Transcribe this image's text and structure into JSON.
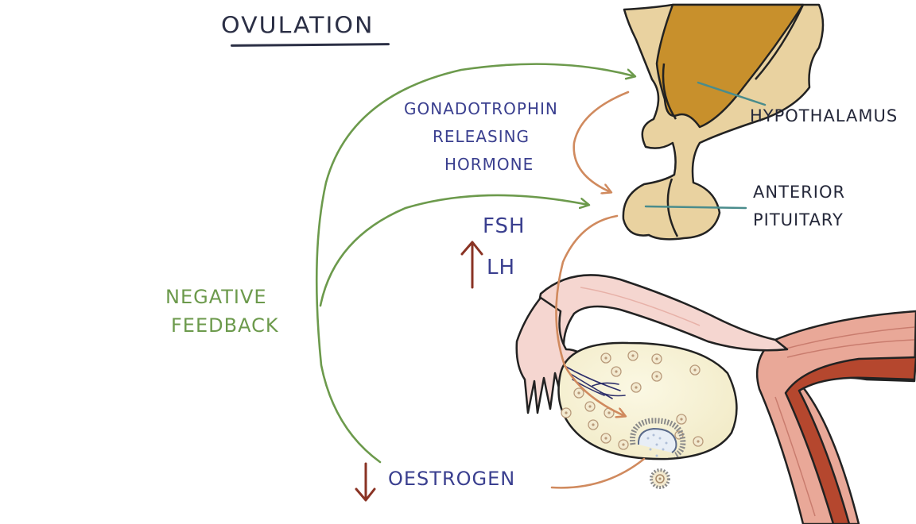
{
  "title": "OVULATION",
  "labels": {
    "gnrh_line1": "GONADOTROPHIN",
    "gnrh_line2": "RELEASING",
    "gnrh_line3": "HORMONE",
    "fsh": "FSH",
    "lh": "LH",
    "negative_feedback_line1": "NEGATIVE",
    "negative_feedback_line2": "FEEDBACK",
    "oestrogen": "OESTROGEN",
    "hypothalamus": "HYPOTHALAMUS",
    "anterior_pituitary_line1": "ANTERIOR",
    "anterior_pituitary_line2": "PITUITARY"
  },
  "colors": {
    "feedback_arrow": "#6c9a4c",
    "hormone_arrow": "#d08a5e",
    "increase_arrow": "#8a3324",
    "hypothalamus_fill": "#c8902c",
    "pituitary_fill": "#e9d2a0",
    "ovary_fill": "#f7f2d6",
    "tube_fill": "#f5d6d0",
    "uterus_muscle": "#e9a898",
    "uterus_inner": "#b5472e",
    "label_line": "#4a8c8c"
  },
  "indicators": {
    "fsh_lh_trend": "up",
    "oestrogen_trend": "down"
  }
}
